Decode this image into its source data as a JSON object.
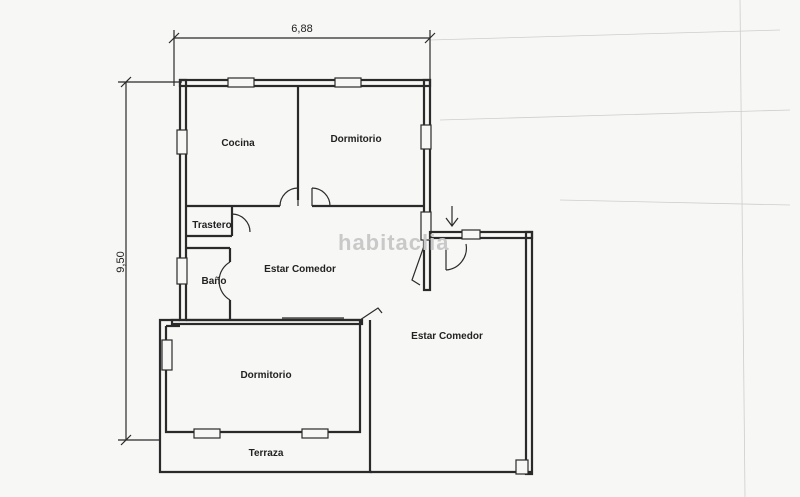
{
  "plan": {
    "dimensions": {
      "width": "6,88",
      "height": "9,50"
    },
    "rooms": {
      "cocina": "Cocina",
      "dormitorio_top": "Dormitorio",
      "trastero": "Trastero",
      "bano": "Baño",
      "estar_comedor_left": "Estar Comedor",
      "estar_comedor_right": "Estar Comedor",
      "dormitorio_bottom": "Dormitorio",
      "terraza": "Terraza"
    },
    "watermark": "habitaclia",
    "entrance_icon": "down-arrow-icon"
  }
}
